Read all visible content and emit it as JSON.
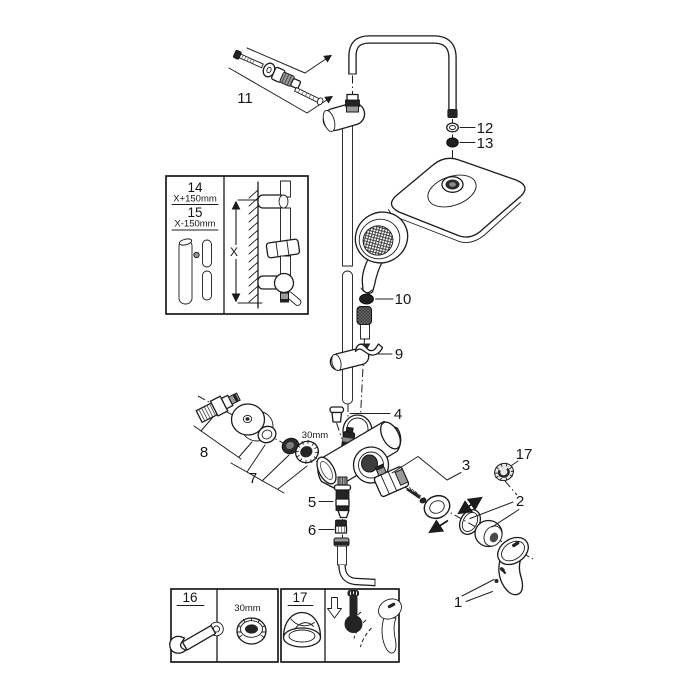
{
  "diagram": {
    "background": "#ffffff",
    "line_color": "#1b1b1b",
    "callouts": {
      "1": "1",
      "2": "2",
      "3": "3",
      "4": "4",
      "5": "5",
      "6": "6",
      "7": "7",
      "8": "8",
      "9": "9",
      "10": "10",
      "11": "11",
      "12": "12",
      "13": "13",
      "17": "17"
    },
    "nut_size_label": "30mm",
    "length_inset": {
      "part14": "14",
      "part14_length": "X+150mm",
      "part15": "15",
      "part15_length": "X-150mm",
      "dimension": "X"
    },
    "tools_inset": {
      "part16": "16",
      "nut_size": "30mm",
      "part17": "17"
    }
  }
}
